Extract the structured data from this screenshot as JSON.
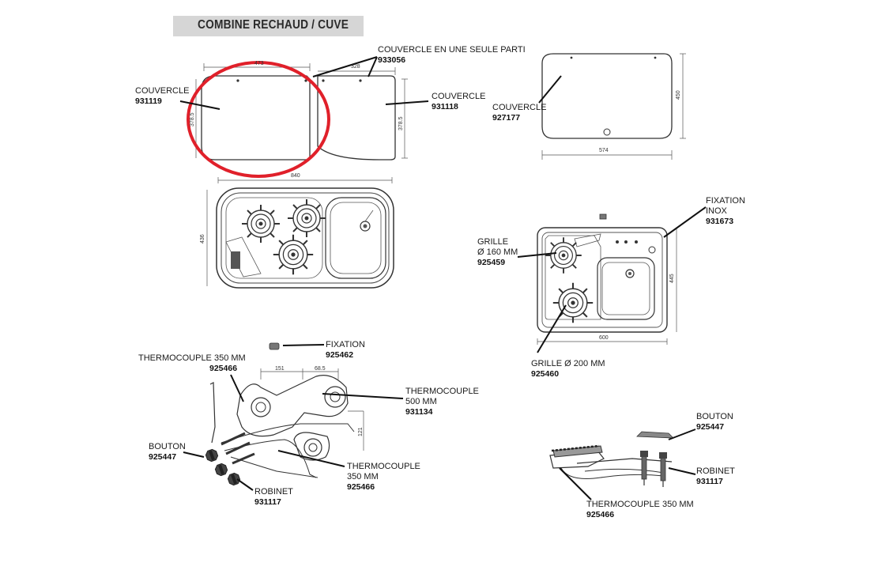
{
  "title": "COMBINE RECHAUD / CUVE",
  "dimensions": {
    "left_lid_width": "473",
    "left_lid_height": "378.5",
    "right_lid_width": "328",
    "right_lid_height": "378.5",
    "unit_width": "840",
    "unit_height": "436",
    "lid_927177_width": "574",
    "lid_927177_height": "450",
    "unit2_width": "600",
    "unit2_height": "445",
    "thermo_dim_a": "151",
    "thermo_dim_b": "68.5",
    "thermo_dim_c": "121"
  },
  "parts": [
    {
      "id": "couvercle-931119",
      "label": "COUVERCLE",
      "ref": "931119"
    },
    {
      "id": "couvercle-933056",
      "label": "COUVERCLE EN UNE SEULE PARTI",
      "ref": "933056"
    },
    {
      "id": "couvercle-931118",
      "label": "COUVERCLE",
      "ref": "931118"
    },
    {
      "id": "couvercle-927177",
      "label": "COUVERCLE",
      "ref": "927177"
    },
    {
      "id": "fixation-931673",
      "label": "FIXATION",
      "label2": "INOX",
      "ref": "931673"
    },
    {
      "id": "grille-925459",
      "label": "GRILLE",
      "label2": "Ø 160 MM",
      "ref": "925459"
    },
    {
      "id": "grille-925460",
      "label": "GRILLE Ø 200 MM",
      "ref": "925460"
    },
    {
      "id": "fixation-925462",
      "label": "FIXATION",
      "ref": "925462"
    },
    {
      "id": "thermocouple-925466-a",
      "label": "THERMOCOUPLE 350 MM",
      "ref": "925466"
    },
    {
      "id": "thermocouple-931134",
      "label": "THERMOCOUPLE",
      "label2": "500 MM",
      "ref": "931134"
    },
    {
      "id": "thermocouple-925466-b",
      "label": "THERMOCOUPLE",
      "label2": "350 MM",
      "ref": "925466"
    },
    {
      "id": "bouton-925447-a",
      "label": "BOUTON",
      "ref": "925447"
    },
    {
      "id": "robinet-931117-a",
      "label": "ROBINET",
      "ref": "931117"
    },
    {
      "id": "bouton-925447-b",
      "label": "BOUTON",
      "ref": "925447"
    },
    {
      "id": "robinet-931117-b",
      "label": "ROBINET",
      "ref": "931117"
    },
    {
      "id": "thermocouple-925466-c",
      "label": "THERMOCOUPLE 350 MM",
      "ref": "925466"
    }
  ],
  "highlight": {
    "color": "#e0202a",
    "target": "couvercle-931119"
  },
  "colors": {
    "line": "#333333",
    "title_bg": "#d6d6d6",
    "title_text": "#2b2b2b"
  }
}
